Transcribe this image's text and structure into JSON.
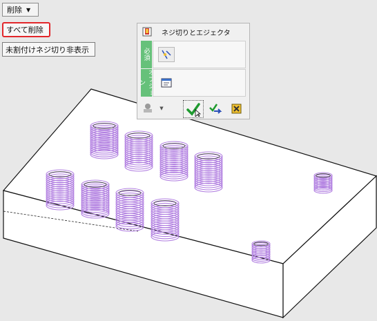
{
  "toolbar": {
    "delete_label": "削除"
  },
  "menu": {
    "delete_all": "すべて削除",
    "hide_unassigned": "未割付けネジ切り非表示"
  },
  "panel": {
    "title": "ネジ切りとエジェクタ",
    "section_required": "必須",
    "section_option": "オプション"
  },
  "colors": {
    "thread": "#b07de0",
    "highlight": "#e2262a",
    "tab": "#66c17a"
  }
}
